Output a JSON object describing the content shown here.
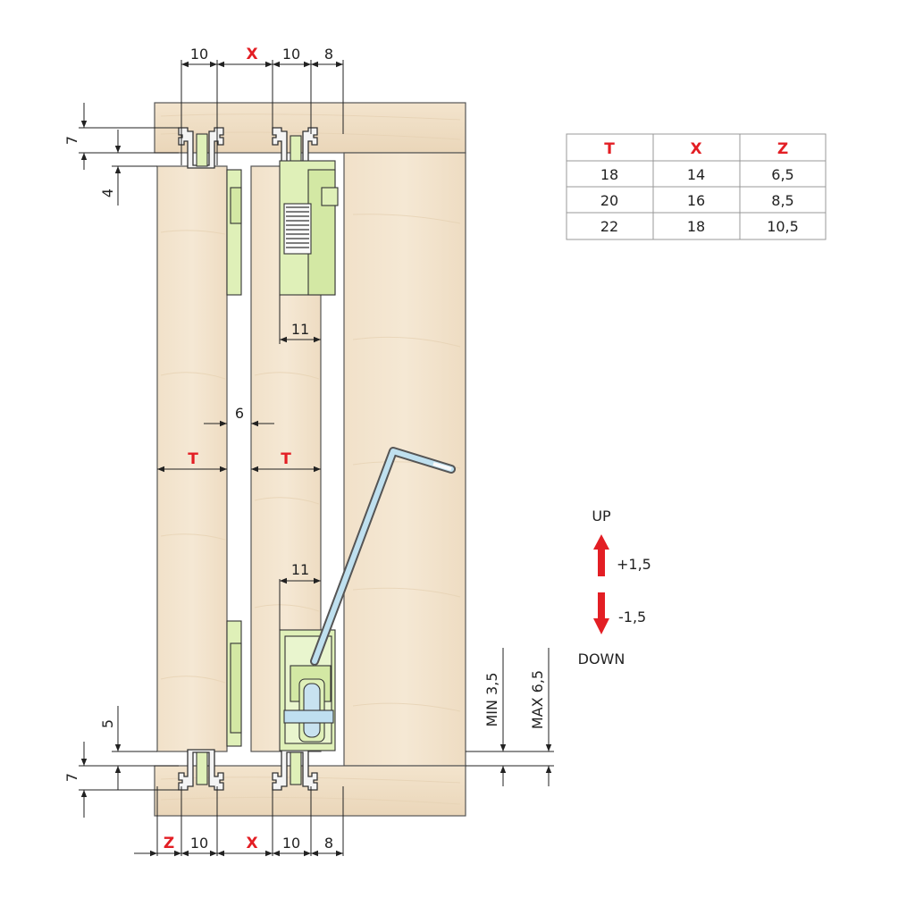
{
  "top_dims": {
    "d1": "10",
    "x": "X",
    "d2": "10",
    "d3": "8"
  },
  "bottom_dims": {
    "z": "Z",
    "d1": "10",
    "x": "X",
    "d2": "10",
    "d3": "8"
  },
  "left_dims": {
    "top_rail": "7",
    "top_gap": "4",
    "bottom_gap": "5",
    "bottom_rail": "7"
  },
  "panel_dims": {
    "gap": "6",
    "t_left": "T",
    "t_right": "T",
    "upper_offset": "11",
    "lower_offset": "11"
  },
  "height_dims": {
    "min": "MIN 3,5",
    "max": "MAX 6,5"
  },
  "adjust": {
    "up": "UP",
    "up_value": "+1,5",
    "down_value": "-1,5",
    "down": "DOWN"
  },
  "table": {
    "headers": [
      "T",
      "X",
      "Z"
    ],
    "rows": [
      [
        "18",
        "14",
        "6,5"
      ],
      [
        "20",
        "16",
        "8,5"
      ],
      [
        "22",
        "18",
        "10,5"
      ]
    ]
  },
  "colors": {
    "wood": "#f0e0c8",
    "fitting": "#dff0b8",
    "rail": "#f4f4f4",
    "accent": "#e31e24"
  }
}
